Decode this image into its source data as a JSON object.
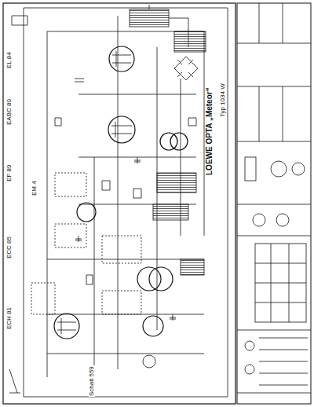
{
  "diagram": {
    "title": "LOEWE OPTA „Meteor“",
    "labels": [
      "EL 84",
      "EABC 80",
      "EF 89",
      "EM 4",
      "ECC 85",
      "ECH 81",
      "Schalt 559",
      "Typ 1034 W"
    ]
  }
}
